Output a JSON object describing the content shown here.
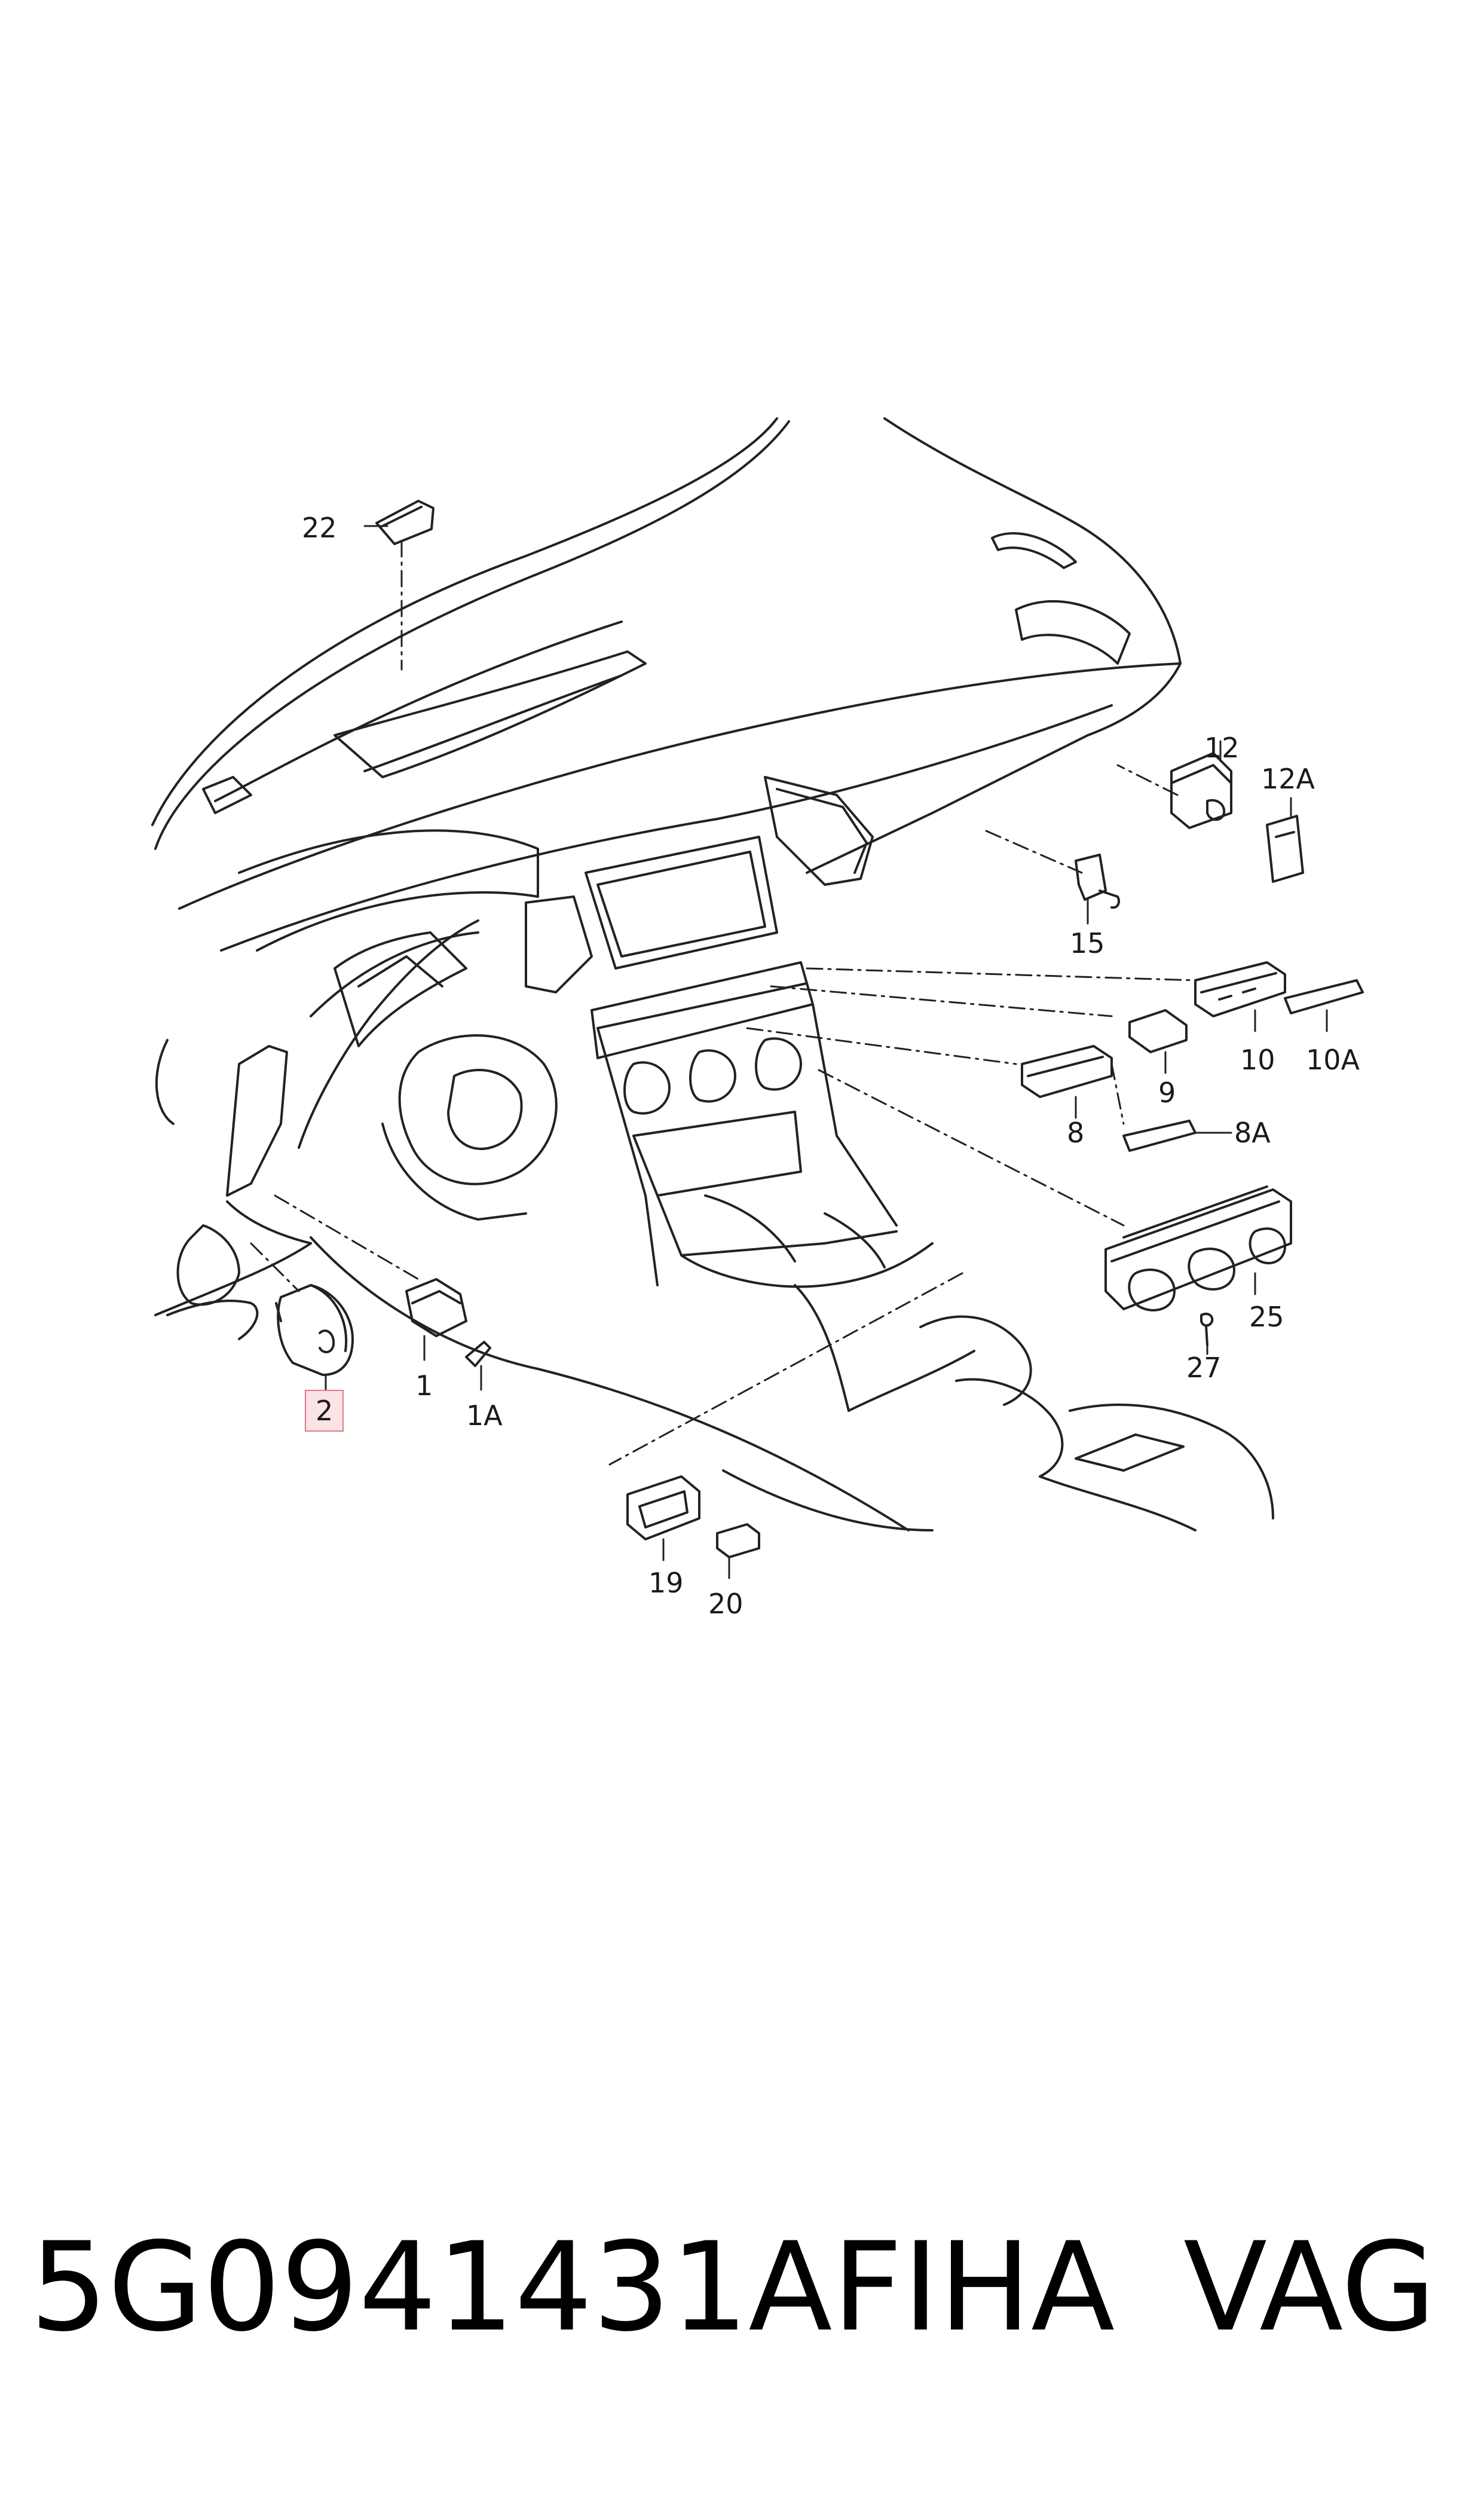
{
  "diagram": {
    "callouts": [
      {
        "id": "c22",
        "text": "22"
      },
      {
        "id": "c12",
        "text": "12"
      },
      {
        "id": "c12a",
        "text": "12A"
      },
      {
        "id": "c15",
        "text": "15"
      },
      {
        "id": "c10",
        "text": "10"
      },
      {
        "id": "c10a",
        "text": "10A"
      },
      {
        "id": "c9",
        "text": "9"
      },
      {
        "id": "c8",
        "text": "8"
      },
      {
        "id": "c8a",
        "text": "8A"
      },
      {
        "id": "c25",
        "text": "25"
      },
      {
        "id": "c27",
        "text": "27"
      },
      {
        "id": "c1",
        "text": "1"
      },
      {
        "id": "c1a",
        "text": "1A"
      },
      {
        "id": "c2",
        "text": "2",
        "highlighted": true
      },
      {
        "id": "c19",
        "text": "19"
      },
      {
        "id": "c20",
        "text": "20"
      }
    ],
    "highlight_color": "#e07a86"
  },
  "footer": {
    "part_number": "5G0941431AFIHA",
    "brand": "VAG"
  }
}
